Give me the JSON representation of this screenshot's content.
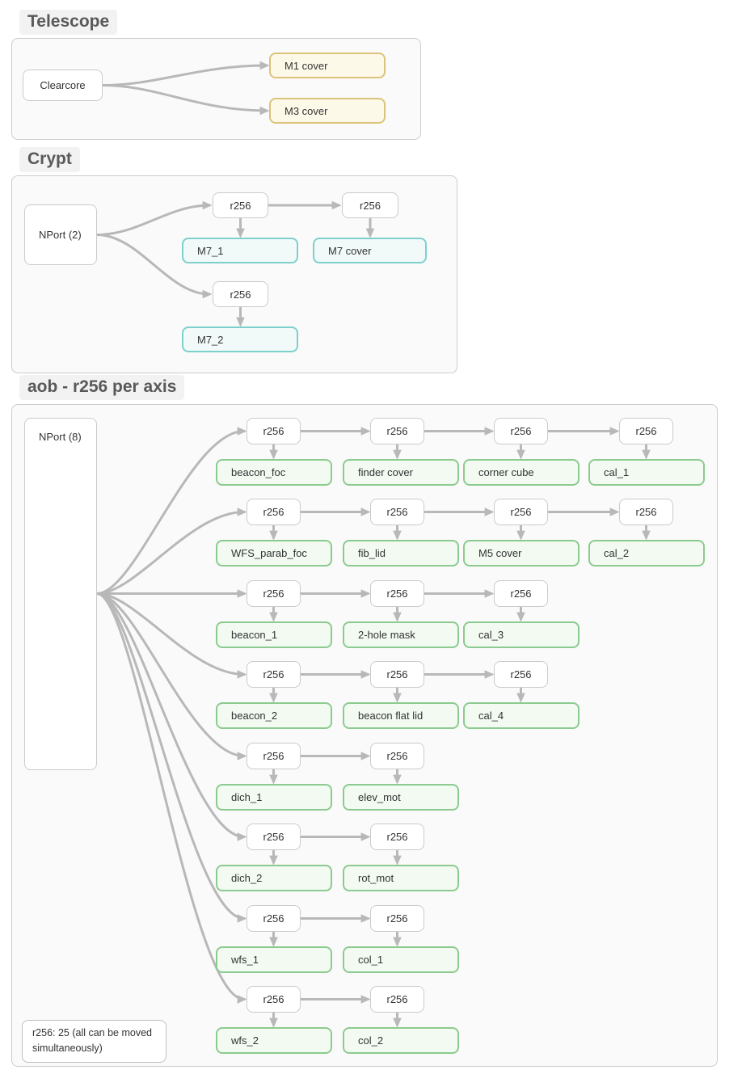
{
  "colors": {
    "edge": "#b8b8b8",
    "container_fill": "#fafafa",
    "container_border": "#cccccc",
    "node_border": "#cbcbcb",
    "yellow_border": "#ddc27c",
    "yellow_fill": "#fdf9e9",
    "teal_border": "#7ed0cc",
    "teal_fill": "#f1faf9",
    "green_border": "#8ccb8f",
    "green_fill": "#f2faf2",
    "title_bg": "#f2f2f2",
    "title_text": "#595959"
  },
  "sections": {
    "telescope": {
      "title": "Telescope",
      "root": "Clearcore",
      "devices": [
        "M1 cover",
        "M3 cover"
      ]
    },
    "crypt": {
      "title": "Crypt",
      "hub": "NPort (2)",
      "controller": "r256",
      "devices": [
        "M7_1",
        "M7 cover",
        "M7_2"
      ]
    },
    "aob": {
      "title": "aob - r256 per axis",
      "hub": "NPort (8)",
      "controller": "r256",
      "rows": [
        [
          "beacon_foc",
          "finder cover",
          "corner cube",
          "cal_1"
        ],
        [
          "WFS_parab_foc",
          "fib_lid",
          "M5 cover",
          "cal_2"
        ],
        [
          "beacon_1",
          "2-hole mask",
          "cal_3"
        ],
        [
          "beacon_2",
          "beacon flat lid",
          "cal_4"
        ],
        [
          "dich_1",
          "elev_mot"
        ],
        [
          "dich_2",
          "rot_mot"
        ],
        [
          "wfs_1",
          "col_1"
        ],
        [
          "wfs_2",
          "col_2"
        ]
      ],
      "note": "r256: 25 (all can be moved simultaneously)"
    }
  }
}
